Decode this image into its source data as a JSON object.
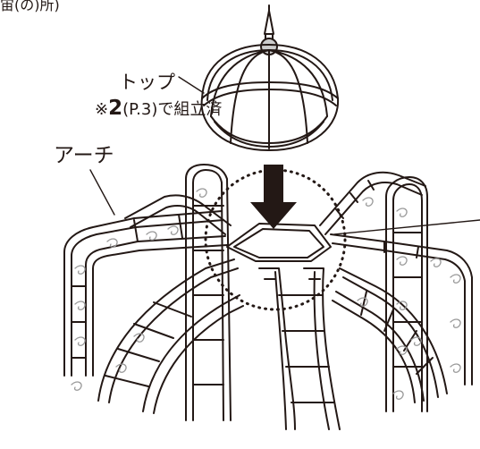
{
  "header_fragment": "宙(の)所)",
  "labels": {
    "top": "トップ",
    "note_prefix": "※",
    "note_number": "2",
    "note_rest": "(P.3)で組立済",
    "arch": "アーチ"
  },
  "colors": {
    "ink": "#231815",
    "ornament": "#999999",
    "background": "#ffffff"
  }
}
